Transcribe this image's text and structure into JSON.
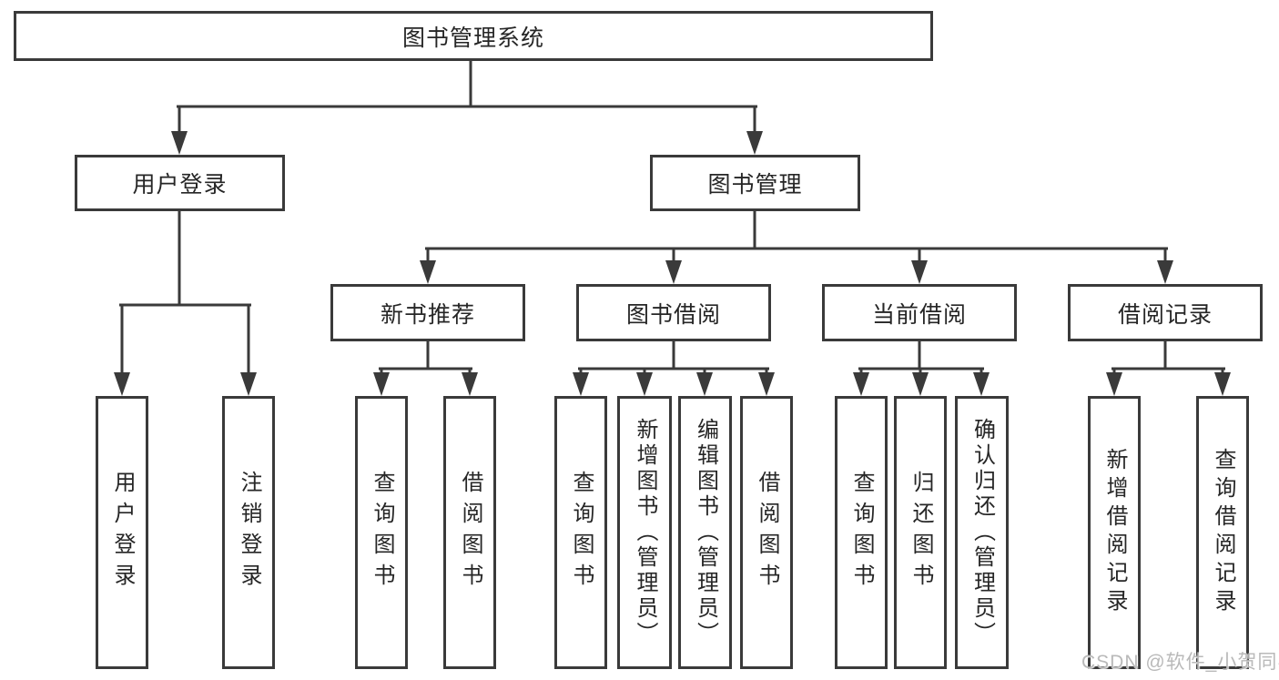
{
  "tree": {
    "label": "图书管理系统",
    "children": [
      {
        "label": "用户登录",
        "children": [
          {
            "label": "用户登录"
          },
          {
            "label": "注销登录"
          }
        ]
      },
      {
        "label": "图书管理",
        "children": [
          {
            "label": "新书推荐",
            "children": [
              {
                "label": "查询图书"
              },
              {
                "label": "借阅图书"
              }
            ]
          },
          {
            "label": "图书借阅",
            "children": [
              {
                "label": "查询图书"
              },
              {
                "label": "新增图书（管理员）"
              },
              {
                "label": "编辑图书（管理员）"
              },
              {
                "label": "借阅图书"
              }
            ]
          },
          {
            "label": "当前借阅",
            "children": [
              {
                "label": "查询图书"
              },
              {
                "label": "归还图书"
              },
              {
                "label": "确认归还（管理员）"
              }
            ]
          },
          {
            "label": "借阅记录",
            "children": [
              {
                "label": "新增借阅记录"
              },
              {
                "label": "查询借阅记录"
              }
            ]
          }
        ]
      }
    ]
  },
  "watermark": {
    "text": "CSDN @软件_小贺同学"
  },
  "colors": {
    "line": "#3a3a3a",
    "box_border": "#3a3a3a",
    "box_fill": "#ffffff",
    "text": "#262626",
    "watermark": "#b9b9b9"
  }
}
